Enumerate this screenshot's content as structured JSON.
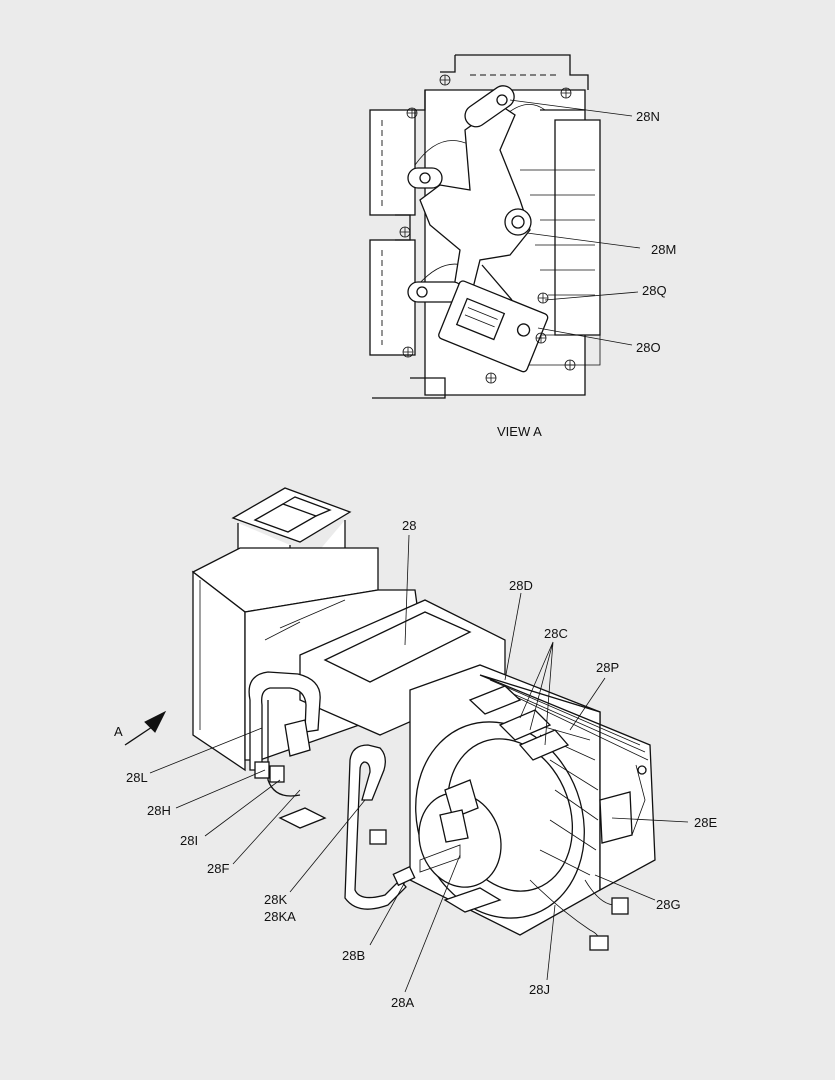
{
  "view_title": "VIEW  A",
  "arrow_label": "A",
  "callouts": {
    "c28N": "28N",
    "c28M": "28M",
    "c28Q": "28Q",
    "c28O": "28O",
    "c28": "28",
    "c28D": "28D",
    "c28C": "28C",
    "c28P": "28P",
    "c28E": "28E",
    "c28G": "28G",
    "c28J": "28J",
    "c28A": "28A",
    "c28B": "28B",
    "c28K": "28K",
    "c28KA": "28KA",
    "c28F": "28F",
    "c28I": "28I",
    "c28H": "28H",
    "c28L": "28L"
  },
  "colors": {
    "background": "#ebebeb",
    "line": "#111111",
    "part_fill": "#ffffff"
  }
}
